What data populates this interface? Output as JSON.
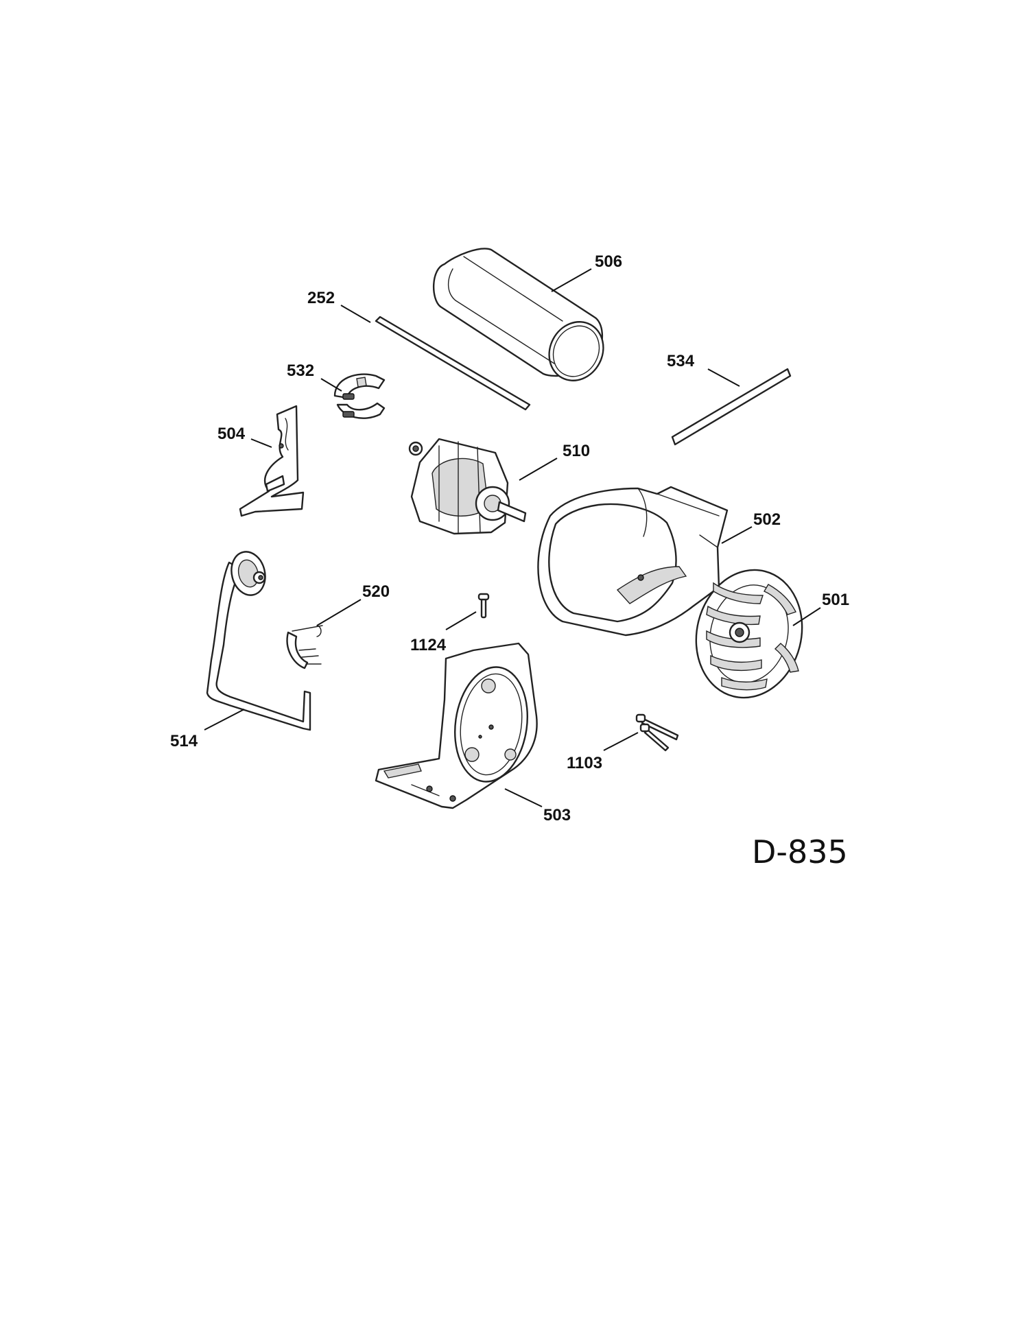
{
  "diagram_code": "D-835",
  "callouts": {
    "p506": "506",
    "p252": "252",
    "p532": "532",
    "p534": "534",
    "p504": "504",
    "p510": "510",
    "p502": "502",
    "p520": "520",
    "p1124": "1124",
    "p501": "501",
    "p514": "514",
    "p1103": "1103",
    "p503": "503"
  }
}
